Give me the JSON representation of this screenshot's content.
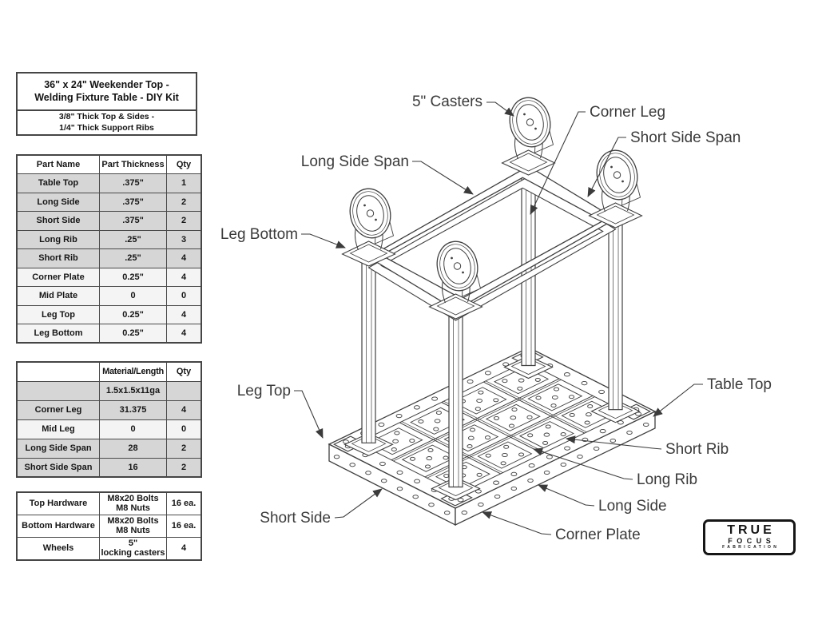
{
  "title_block": {
    "title": "36\" x 24\" Weekender Top -\nWelding Fixture Table - DIY Kit",
    "subtitle": "3/8\" Thick Top & Sides -\n1/4\" Thick Support Ribs"
  },
  "parts_table": {
    "headers": [
      "Part Name",
      "Part Thickness",
      "Qty"
    ],
    "rows": [
      {
        "name": "Table Top",
        "thickness": ".375\"",
        "qty": "1"
      },
      {
        "name": "Long Side",
        "thickness": ".375\"",
        "qty": "2"
      },
      {
        "name": "Short Side",
        "thickness": ".375\"",
        "qty": "2"
      },
      {
        "name": "Long Rib",
        "thickness": ".25\"",
        "qty": "3"
      },
      {
        "name": "Short Rib",
        "thickness": ".25\"",
        "qty": "4"
      },
      {
        "name": "Corner Plate",
        "thickness": "0.25\"",
        "qty": "4"
      },
      {
        "name": "Mid Plate",
        "thickness": "0",
        "qty": "0"
      },
      {
        "name": "Leg Top",
        "thickness": "0.25\"",
        "qty": "4"
      },
      {
        "name": "Leg Bottom",
        "thickness": "0.25\"",
        "qty": "4"
      }
    ]
  },
  "lengths_table": {
    "headers": [
      "",
      "Material/Length",
      "Qty"
    ],
    "rows": [
      {
        "name": "",
        "value": "1.5x1.5x11ga",
        "qty": ""
      },
      {
        "name": "Corner Leg",
        "value": "31.375",
        "qty": "4"
      },
      {
        "name": "Mid Leg",
        "value": "0",
        "qty": "0"
      },
      {
        "name": "Long Side Span",
        "value": "28",
        "qty": "2"
      },
      {
        "name": "Short Side Span",
        "value": "16",
        "qty": "2"
      }
    ]
  },
  "hardware_table": {
    "rows": [
      {
        "name": "Top Hardware",
        "value": "M8x20 Bolts\nM8 Nuts",
        "qty": "16 ea."
      },
      {
        "name": "Bottom Hardware",
        "value": "M8x20 Bolts\nM8 Nuts",
        "qty": "16 ea."
      },
      {
        "name": "Wheels",
        "value": "5\"\nlocking casters",
        "qty": "4"
      }
    ]
  },
  "diagram": {
    "labels": {
      "five_casters": "5\" Casters",
      "corner_leg": "Corner Leg",
      "short_side_span": "Short Side Span",
      "long_side_span": "Long Side Span",
      "leg_bottom": "Leg Bottom",
      "leg_top": "Leg Top",
      "table_top": "Table Top",
      "short_rib": "Short Rib",
      "long_rib": "Long Rib",
      "long_side": "Long Side",
      "short_side": "Short Side",
      "corner_plate": "Corner Plate"
    }
  },
  "logo": {
    "line1": "TRUE",
    "line2": "FOCUS",
    "line3": "FABRICATION"
  },
  "colors": {
    "row_shade": "#d6d6d6",
    "line": "#3f3f3f",
    "text": "#161616"
  }
}
